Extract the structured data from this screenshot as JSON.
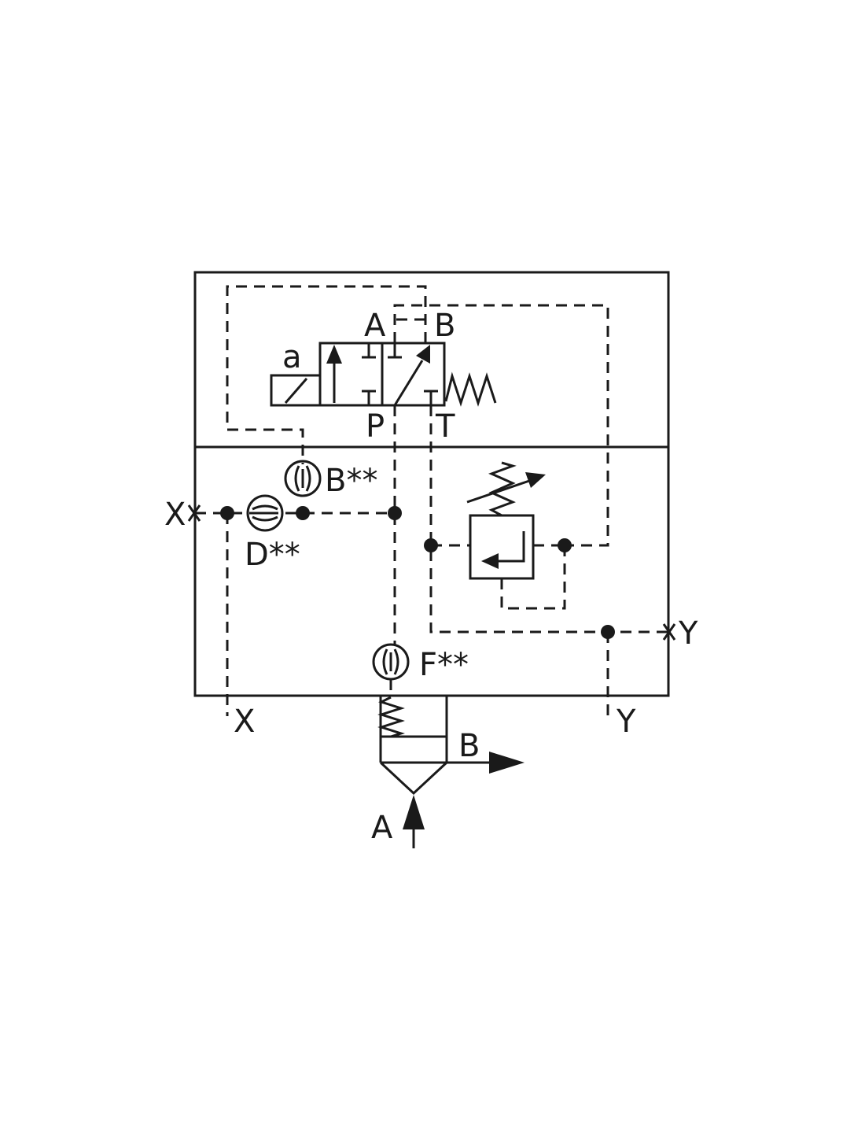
{
  "diagram": {
    "labels": {
      "solenoid": "a",
      "valve_port_a": "A",
      "valve_port_b": "B",
      "valve_port_p": "P",
      "valve_port_t": "T",
      "orifice_b": "B**",
      "orifice_d": "D**",
      "orifice_f": "F**",
      "port_x_left": "X",
      "port_x_bottom": "X",
      "port_y_right": "Y",
      "port_y_bottom": "Y",
      "main_port_a": "A",
      "main_port_b": "B"
    },
    "colors": {
      "ink": "#1a1a1a",
      "background": "#ffffff"
    }
  }
}
